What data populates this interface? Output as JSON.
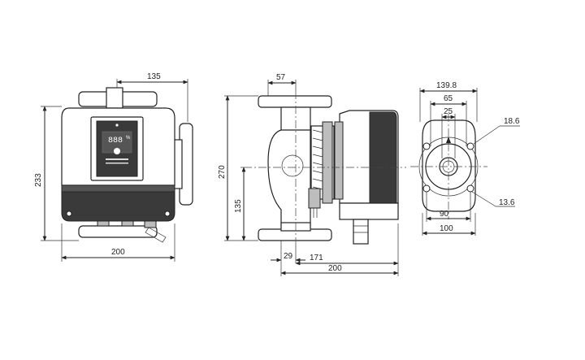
{
  "front_view": {
    "dim_top": "135",
    "dim_height": "233",
    "dim_width": "200",
    "display_digits": "888",
    "display_unit": "%"
  },
  "side_view": {
    "dim_top": "57",
    "dim_height": "270",
    "dim_axis": "135",
    "dim_left": "29",
    "dim_right": "171",
    "dim_total": "200"
  },
  "flange_view": {
    "dim_outer": "139.8",
    "dim_bolt": "65",
    "dim_bore": "25",
    "dim_hole_large": "18.6",
    "dim_hole_small": "13.6",
    "dim_bottom_inner": "90",
    "dim_bottom_outer": "100"
  }
}
